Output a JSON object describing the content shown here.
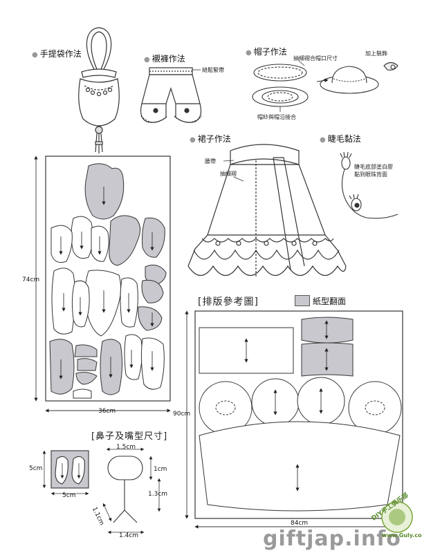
{
  "sections": {
    "handbag": "手提袋作法",
    "bloomers": "襯褲作法",
    "hat": "帽子作法",
    "skirt": "裙子作法",
    "eyelash": "睫毛黏法",
    "nose_mouth": "[鼻子及嘴型尺寸]",
    "layout": "[排版參考圖]"
  },
  "notes": {
    "elastic": "縫鬆緊帶",
    "gather_hat": "抽細褶合帽口尺寸",
    "decoration": "加上裝飾",
    "hat_join": "帽紗與帽沿接合",
    "waistband": "腰帶",
    "gather": "抽細褶",
    "eyelash_1": "睫毛底部塗白膠",
    "eyelash_2": "黏到眼珠背面",
    "legend": "紙型翻面"
  },
  "dimensions": {
    "board1_height": "74cm",
    "board1_width": "36cm",
    "board2_height": "90cm",
    "board2_width": "84cm",
    "nose_h": "5cm",
    "nose_w": "5cm",
    "mouth_top": "1.5cm",
    "mouth_h1": "1cm",
    "mouth_h2": "1.3cm",
    "mouth_diag": "1.1cm",
    "mouth_bottom": "1.4cm"
  },
  "watermark": {
    "site": "giftjap.info",
    "badge": "DIY手工俱乐部",
    "url": "www.Guly.com"
  },
  "colors": {
    "shaded": "#c8c8ce",
    "line": "#333333"
  }
}
